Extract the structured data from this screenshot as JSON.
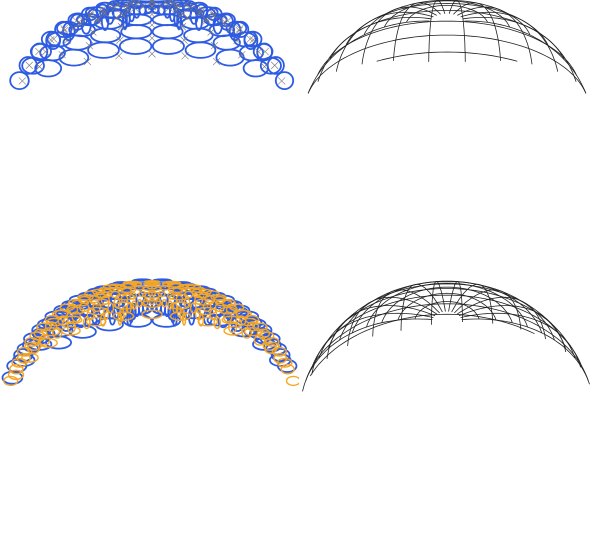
{
  "figure": {
    "panels": [
      {
        "id": "tl",
        "kind": "circle-packing",
        "circles": [
          "blue"
        ],
        "interstitial_crosses": true
      },
      {
        "id": "tr",
        "kind": "quad-mesh",
        "stroke": "black"
      },
      {
        "id": "bl",
        "kind": "circle-packing",
        "circles": [
          "blue",
          "orange"
        ],
        "interstitial_crosses": false
      },
      {
        "id": "br",
        "kind": "quad-mesh",
        "stroke": "black"
      }
    ],
    "colors": {
      "blue": "#2d5be3",
      "orange": "#f5a623",
      "mesh": "#222222",
      "cross": "#777777",
      "background": "#ffffff"
    }
  }
}
